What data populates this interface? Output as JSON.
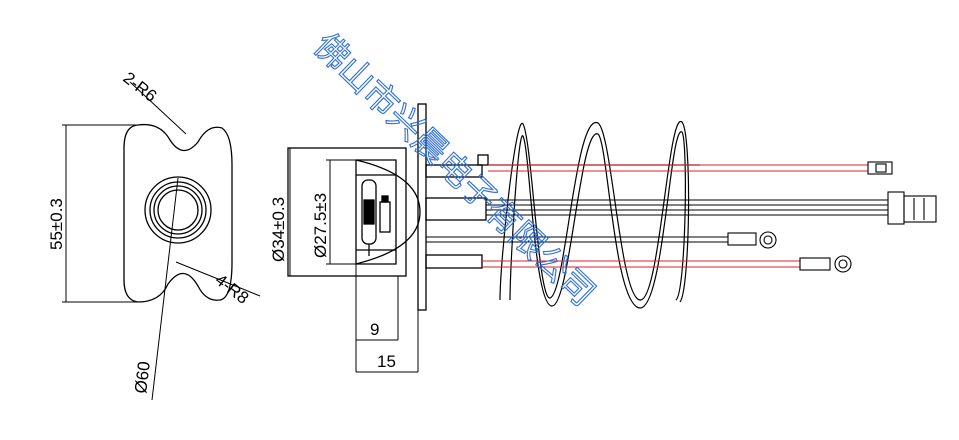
{
  "diagram": {
    "dimensions": {
      "corner_radius_top": "2-R6",
      "height": "55±0.3",
      "corner_radius_bottom": "4-R8",
      "outer_diameter": "Ø60",
      "body_diameter": "Ø34±0.3",
      "inner_diameter": "Ø27.5±3",
      "depth_inner": "9",
      "depth_total": "15"
    },
    "watermark": "佛山市兴晨电子有限公司",
    "colors": {
      "line": "#000000",
      "red_wire": "#e0202a",
      "watermark": "#2f6fd6"
    }
  }
}
